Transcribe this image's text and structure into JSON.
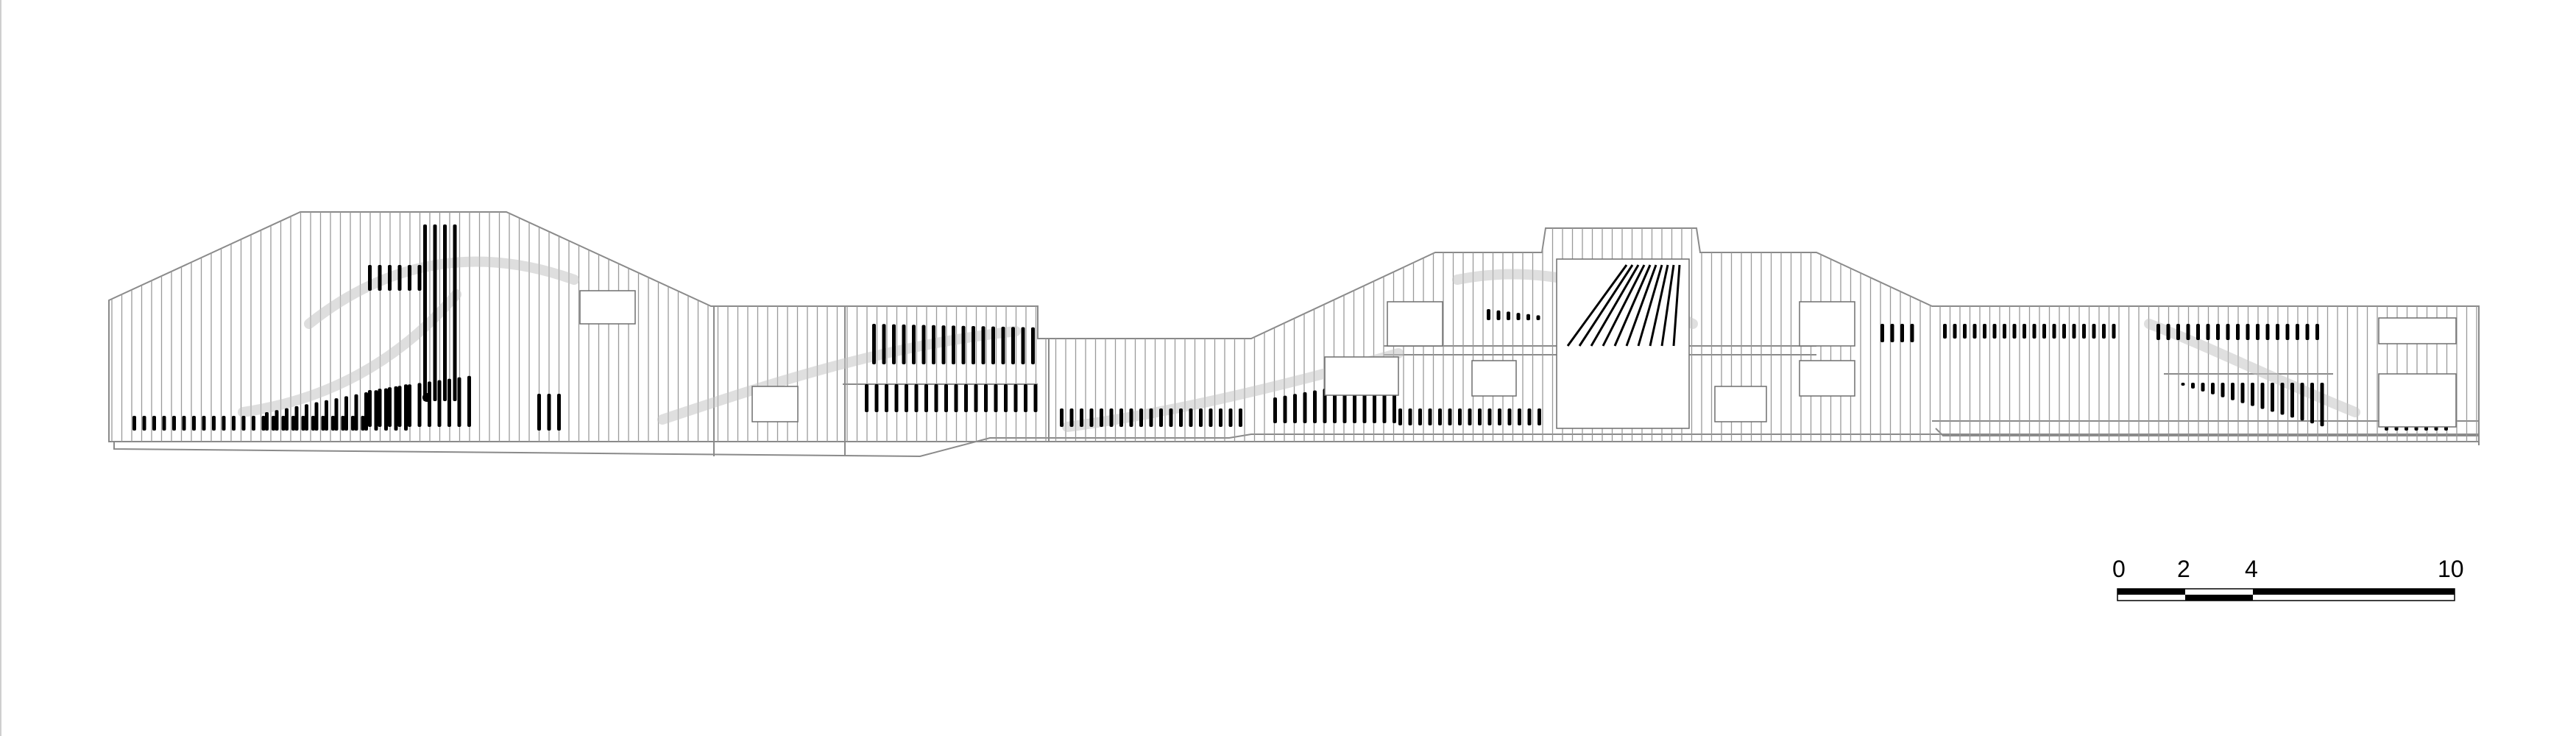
{
  "scale_bar": {
    "labels": [
      "0",
      "2",
      "4",
      "10"
    ]
  },
  "colors": {
    "stroke": "#8a8a8a",
    "ink": "#000000",
    "paper": "#ffffff"
  }
}
